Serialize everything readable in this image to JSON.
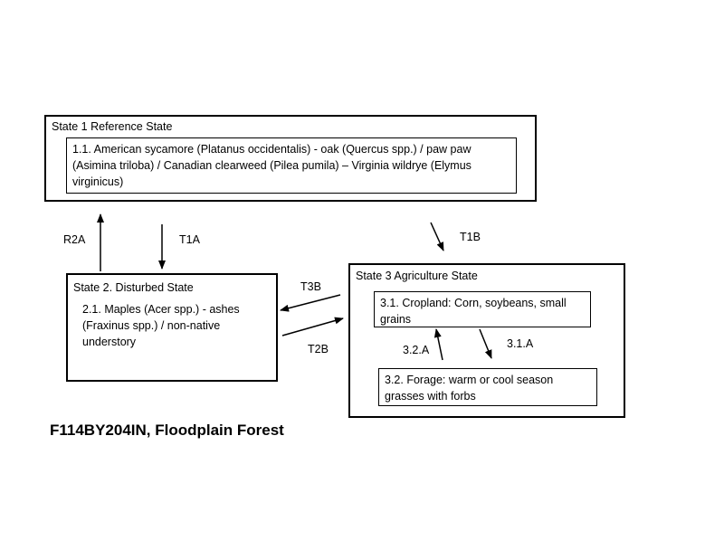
{
  "state1": {
    "title": "State 1 Reference State",
    "community": "1.1. American sycamore (Platanus occidentalis) - oak (Quercus spp.) / paw paw (Asimina triloba) / Canadian clearweed (Pilea pumila) – Virginia wildrye (Elymus virginicus)"
  },
  "state2": {
    "title": "State 2. Disturbed State",
    "community": "2.1. Maples (Acer spp.) - ashes (Fraxinus spp.)  / non-native understory"
  },
  "state3": {
    "title": "State 3  Agriculture State",
    "community1": "3.1. Cropland: Corn, soybeans, small grains",
    "community2": "3.2. Forage: warm or cool season grasses with forbs"
  },
  "transitions": {
    "r2a": "R2A",
    "t1a": "T1A",
    "t1b": "T1B",
    "t3b": "T3B",
    "t2b": "T2B",
    "p32a": "3.2.A",
    "p31a": "3.1.A"
  },
  "caption": "F114BY204IN,  Floodplain Forest"
}
